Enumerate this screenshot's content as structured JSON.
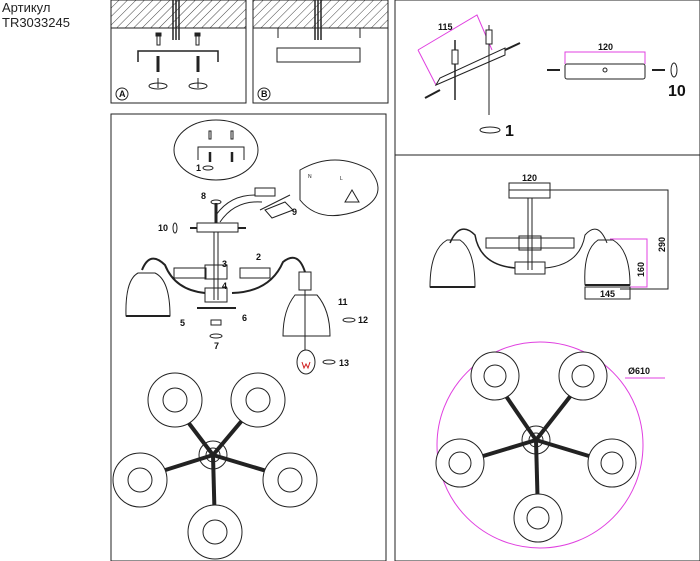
{
  "article": {
    "label": "Артикул",
    "code": "TR3033245"
  },
  "panel_a": {
    "badge": "A"
  },
  "panel_b": {
    "badge": "B"
  },
  "assembly": {
    "step_labels": {
      "s1": "1",
      "s2": "2",
      "s3": "3",
      "s4": "4",
      "s5": "5",
      "s6": "6",
      "s7": "7",
      "s8": "8",
      "s9": "9",
      "s10": "10",
      "s11": "11",
      "s12": "12",
      "s13": "13"
    },
    "wire_labels": {
      "n": "N",
      "l": "L"
    }
  },
  "mount_detail": {
    "width_label": "115",
    "plate_label": "120",
    "step10": "10",
    "step1": "1"
  },
  "dimensions": {
    "plate": "120",
    "height": "290",
    "shade_height": "160",
    "shade_width": "145",
    "diameter": "Ø610"
  },
  "colors": {
    "dimension_line": "#e040e0",
    "line": "#222222"
  }
}
